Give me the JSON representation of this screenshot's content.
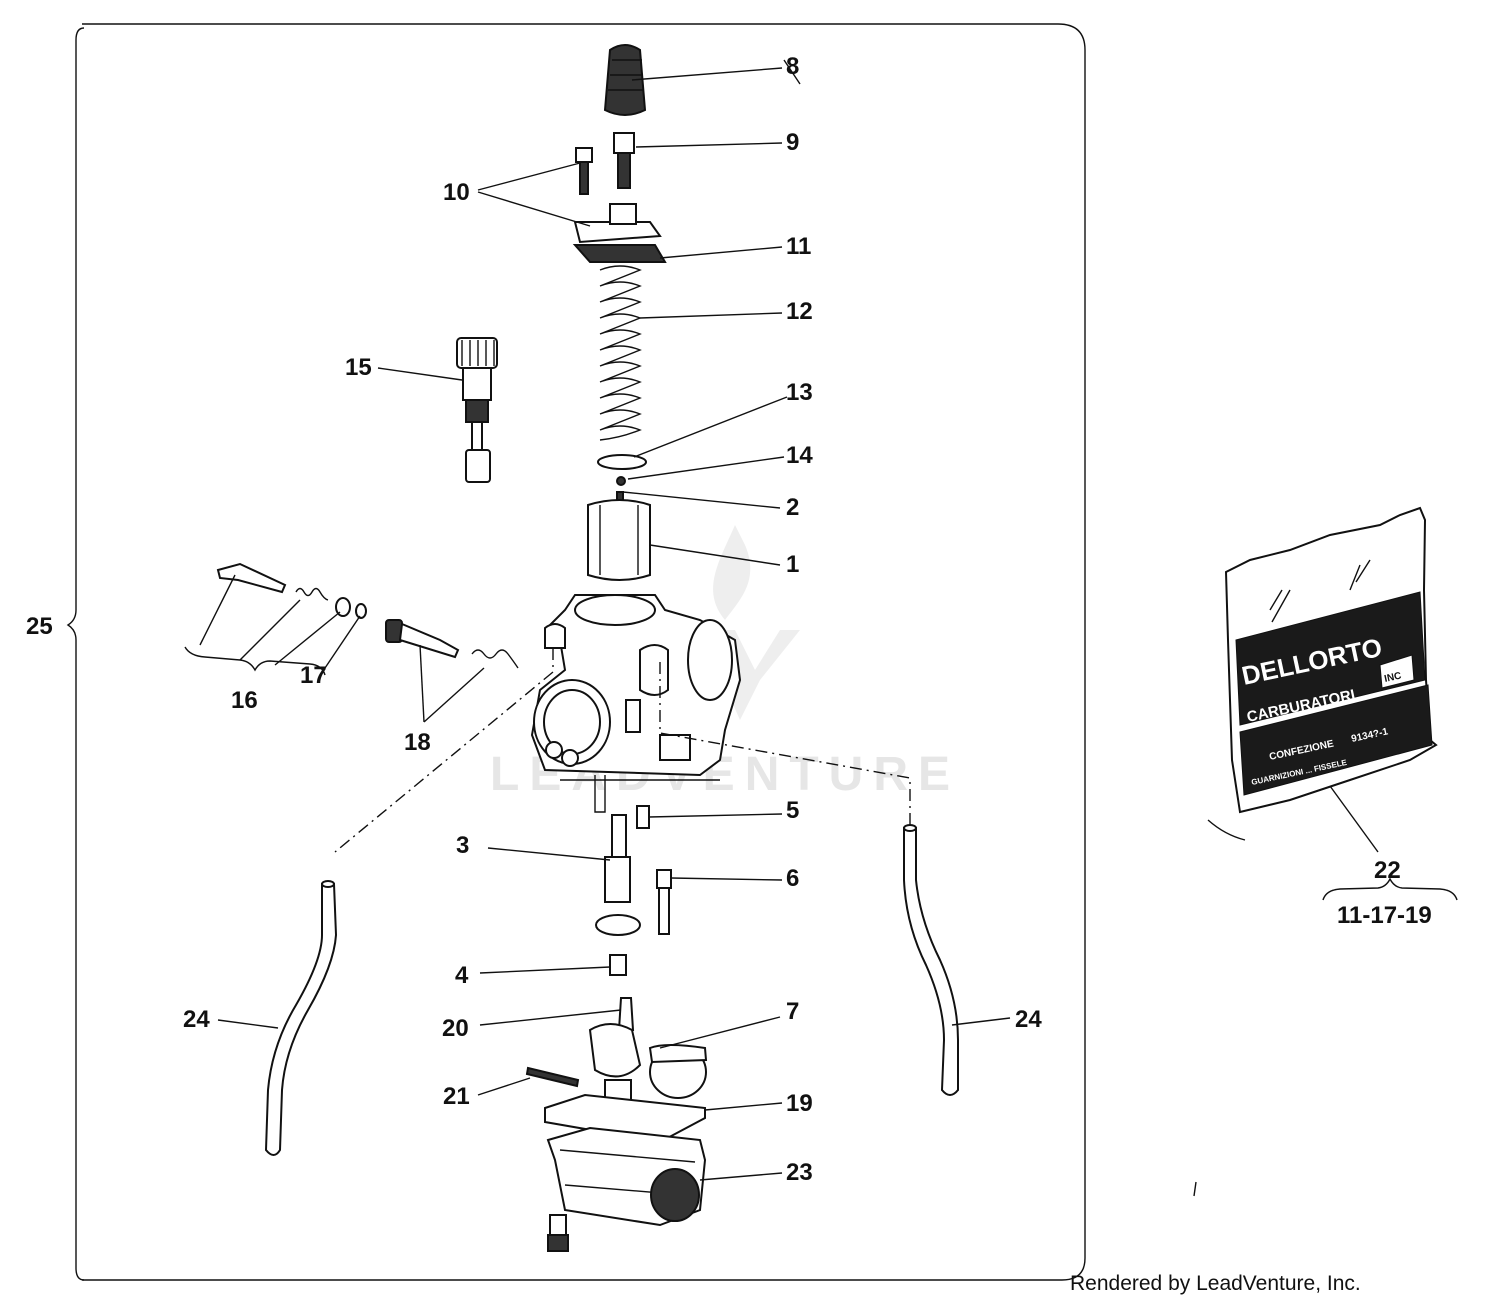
{
  "labels": {
    "p1": "1",
    "p2": "2",
    "p3": "3",
    "p4": "4",
    "p5": "5",
    "p6": "6",
    "p7": "7",
    "p8": "8",
    "p9": "9",
    "p10": "10",
    "p11": "11",
    "p12": "12",
    "p13": "13",
    "p14": "14",
    "p15": "15",
    "p16": "16",
    "p17": "17",
    "p18": "18",
    "p19": "19",
    "p20": "20",
    "p21": "21",
    "p22": "22",
    "p23": "23",
    "p24_left": "24",
    "p24_right": "24",
    "p25": "25",
    "kit_contents": "11-17-19"
  },
  "bag": {
    "brand": "DELLORTO",
    "line": "CARBURATORI",
    "suffix": "INC",
    "small_1": "CONFEZIONE",
    "small_code": "9134?-1",
    "small_2": "GUARNIZIONI ... FISSELE"
  },
  "watermark": "LEADVENTURE",
  "footer": "Rendered by LeadVenture, Inc.",
  "colors": {
    "ink": "#111111",
    "watermark": "#e6e6e6",
    "bag_band": "#1a1a1a"
  }
}
